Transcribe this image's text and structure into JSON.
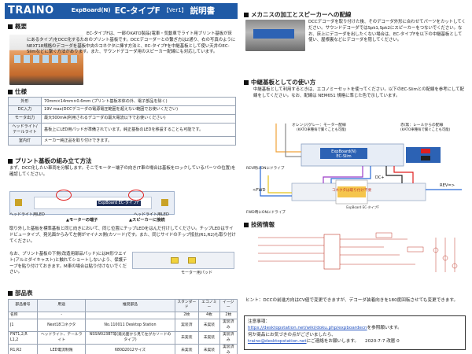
{
  "header": {
    "brand": "TRAINO",
    "sub": "ExpBoard(N)",
    "title": "EC-タイプF",
    "version": "【Ver1】",
    "manual": "説明書"
  },
  "overview": {
    "heading": "概要",
    "text": "EC-タイプFは、一部のKATO製品(電車・気動車でライト用プリント基板が床にあるタイプ)をDCC化するためのプリント基板です。DCCデコーダーとの繋ぎ方は2通り、右の写真のようにNEXT18規格のデコーダを基板中央のコネクタに挿す方法と、EC-タイプFを中継基板として使い天井のEC-Slimなどに繋ぐ方法があります。また、サウンドデコーダ用のスピーカー配線にも対応しています。"
  },
  "spec": {
    "heading": "仕様",
    "rows": [
      {
        "k": "外形",
        "v": "70mm×14mm×0.6mm (プリント基板本体の外、電子部品を除く)"
      },
      {
        "k": "DC入力",
        "v": "19V max(DCCデコーダの電源電圧範囲を超えない範囲でお使いください)"
      },
      {
        "k": "モータ出力",
        "v": "最大500mA(利用されるデコーダの最大電流以下でお使いください)"
      },
      {
        "k": "ヘッドライト/テールライト",
        "v": "基板上にLED用パッドが準備されています。純正基板のLEDを移設することも可能です。"
      },
      {
        "k": "室内灯",
        "v": "メーカー純正品を取り付けできます。"
      }
    ]
  },
  "assembly": {
    "heading": "プリント基板の組み立て方法",
    "text": "まず、DCC化したい車両を分解します。そこでモーター端子の向き(T車の場合は基板をロックしているパーツの位置)を確認してください。",
    "label_headlight": "ヘッドライト用LED",
    "label_motor": "モーターの端子",
    "label_headlight2": "ヘッドライト用LED",
    "label_speaker": "スピーカーに接続",
    "board_text": "ExpBoard EC-タイプF",
    "text2": "取り外した基板を標準基板と同じ向きにおいて、同じ位置にチップLEDをはんだ付けしてください。チップLEDはサイドビュータイプ、発光面からみて左側がマイナス側(カソード)です。また、同じサイドのチップ抵抗(R1,R2)も取り付けてください。",
    "text3": "なお、プリント基板の下側(改造用部品パッド)にはM形ウエイト(アルミダイキャスト)と触れてショートしないよう、保護テープを貼り付けておきます。M車の場合は貼り付けないでください。",
    "label_motor_pad": "モーター用パッド"
  },
  "parts": {
    "heading": "部品表",
    "headers": [
      "部品番号",
      "用途",
      "推奨部品",
      "スタンダード",
      "エコノミー",
      "イージー"
    ],
    "rows": [
      [
        "名称",
        "-",
        "",
        "2枚",
        "4枚",
        "2枚"
      ],
      [
        "J1",
        "Next18コネクタ",
        "No.110011 Desktop Station",
        "実装済",
        "未実装",
        "実装済み"
      ],
      [
        "FNT1,2,R L1,2",
        "ヘッドライト、テールライト",
        "NSSW023BT等(発光面から見て左がカソードのタイプ)",
        "未実装",
        "未実装",
        "実装済み"
      ],
      [
        "R1,R2",
        "LED電流制限",
        "680Ω2012サイズ",
        "未実装",
        "未実装",
        "実装済み"
      ]
    ]
  },
  "mechanics": {
    "heading": "メカニスの加工とスピーカーへの配線",
    "text": "DCCデコーダを取り付けた後、そのデコーダ外形に合わせてパーツをカットしてください。サウンドデコーダではSpk1,Spk2にスピーカーをつないでください。なお、床上にデコーダを出したくない場合は、EC-タイプFを以下の中継基板として使い、屋根裏などにデコーダを隠してください。"
  },
  "relay": {
    "heading": "中継基板としての使い方",
    "text": "中継基板として利用するときは、エコノミーセットを使ってください。以下のEC-Slimとの配線を参考にして配線をしてください。なお、配線は NEM651 規格に準じた色で示しています。",
    "label_orange": "オレンジ/グレー：モーター配線",
    "label_orange_sub": "(KATO車種毎で繋ぐことも可能)",
    "label_red": "赤/黒：レールからの配線",
    "label_red_sub": "(KATO車種毎で繋ぐことも可能)",
    "label_rev": "REV時にONにドライブ",
    "label_dcplus": "DC+",
    "label_fwd": "<FWD",
    "label_revarrow": "REV=>",
    "label_connector": "コネクタは取り付け不要",
    "label_fwd_drive": "FWD時にONにドライブ",
    "board1": "ExpBoard(N)",
    "board1b": "EC-Slim",
    "board2": "ExpBoard EC-タイプF"
  },
  "tech": {
    "heading": "技術情報",
    "hint": "ヒント：DCCの前進方向はCV値で変更できますが、デコーダ装着向きを180度回転させても変更できます。"
  },
  "notice": {
    "line1": "注意事項：",
    "url": "https://desktopstation.net/wiki/doku.php/expboardecn",
    "line2_suffix": "を参照願います。",
    "line3": "何か商品にお気づきの点がございましたら、",
    "email": "traino@desktopstation.net",
    "line4_suffix": "にご連絡をお願いします。",
    "date": "2020-7-7 改暦 0"
  },
  "colors": {
    "header_bg": "#1f5aa6",
    "board_blue": "#2c62b4",
    "wire_red": "#e01f1f",
    "wire_orange": "#f0a23a",
    "wire_grey": "#8a8a8a",
    "wire_blue": "#2a6ad6",
    "wire_yellow": "#e3c21a",
    "wire_black": "#222222",
    "wire_purple": "#9b3cc8"
  }
}
